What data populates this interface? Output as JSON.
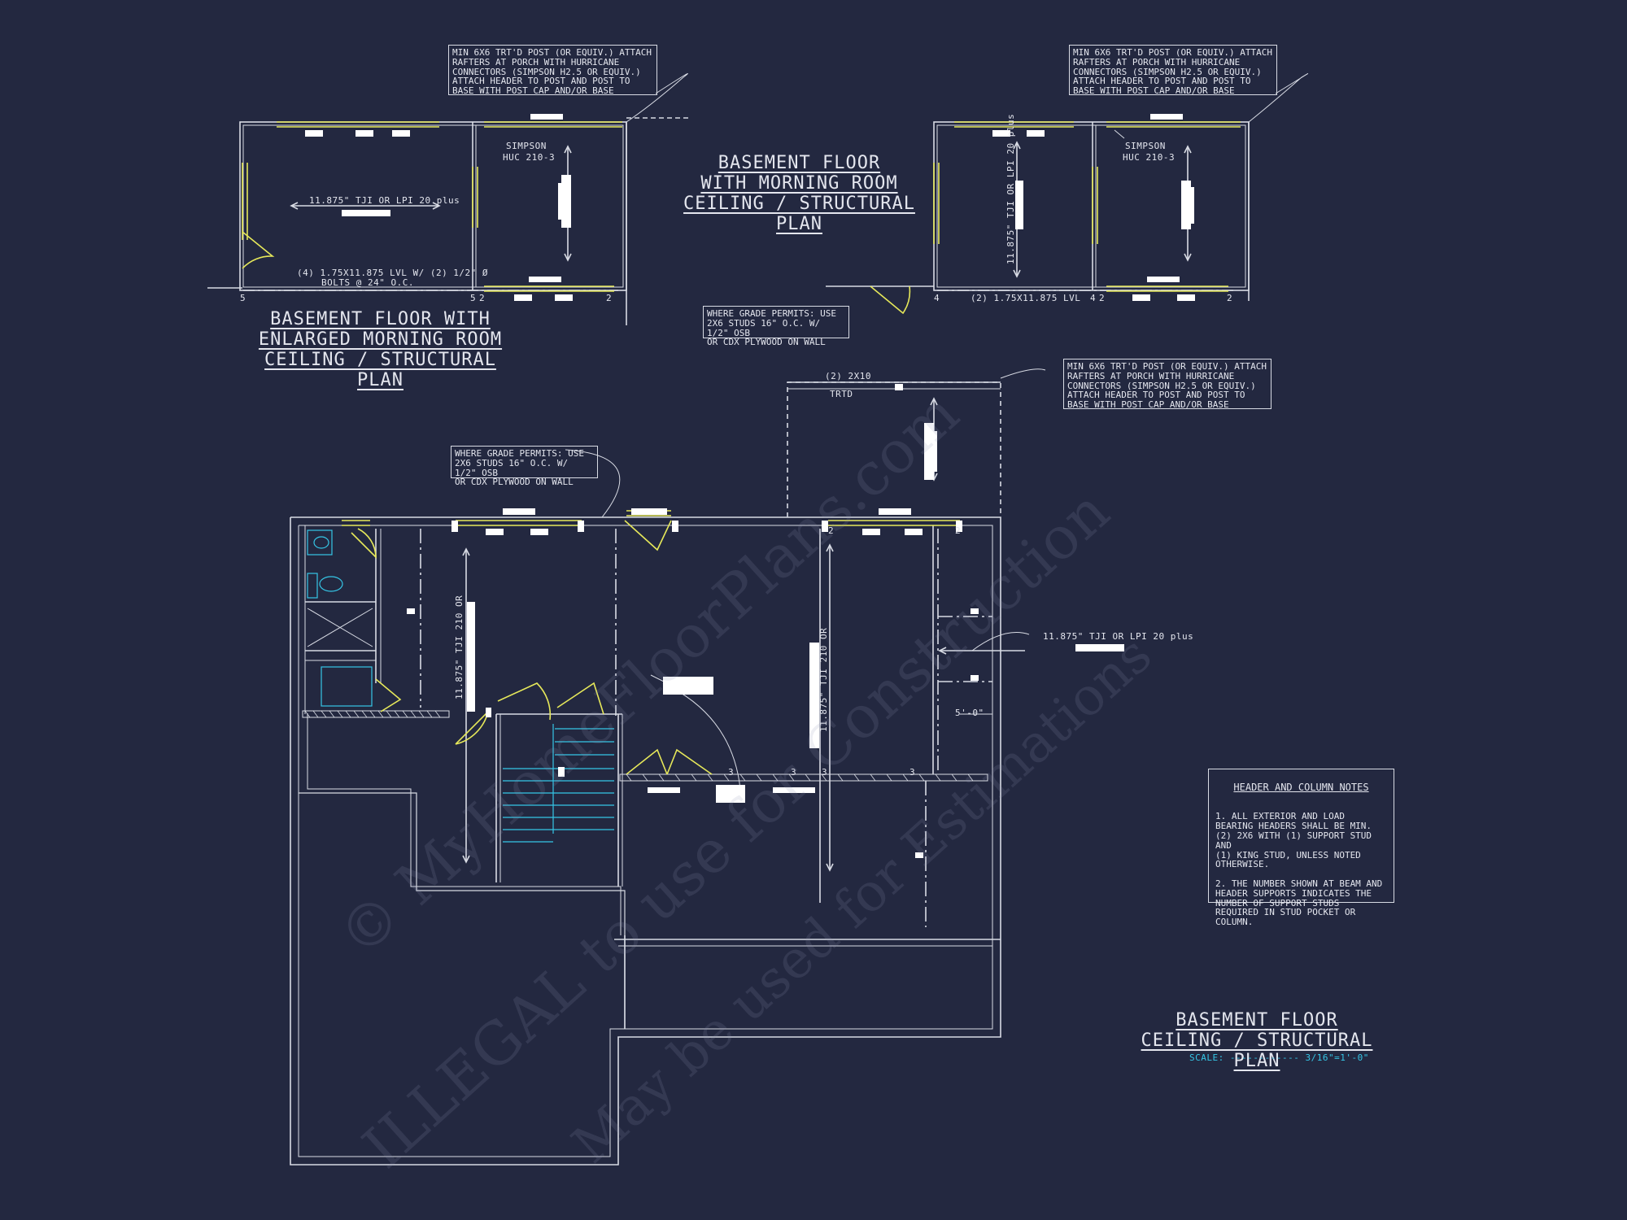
{
  "colors": {
    "background": "#232840",
    "linework": "#d8dbe4",
    "header": "#e6e85a",
    "plumbing": "#35c6e6",
    "door": "#e6e85a"
  },
  "plans": {
    "top_left_title": [
      "BASEMENT FLOOR WITH",
      "ENLARGED MORNING ROOM",
      "CEILING / STRUCTURAL PLAN"
    ],
    "top_center_title": [
      "BASEMENT FLOOR",
      "WITH MORNING ROOM",
      "CEILING / STRUCTURAL PLAN"
    ],
    "main_title": [
      "BASEMENT FLOOR",
      "CEILING / STRUCTURAL PLAN"
    ],
    "scale_label": "SCALE:",
    "scale_value": "3/16\"=1'-0\""
  },
  "notes": {
    "post_note": "MIN 6x6 TRT'D POST (OR EQUIV.) ATTACH\nRAFTERS AT PORCH WITH HURRICANE\nCONNECTORS (SIMPSON H2.5 OR EQUIV.)\nATTACH HEADER TO POST AND POST TO\nBASE WITH POST CAP AND/OR BASE",
    "grade_note": "WHERE GRADE PERMITS: USE\n2x6 STUDS 16\" O.C. w/ 1/2\" OSB\nOR CDX PLYWOOD ON WALL",
    "header_notes_title": "HEADER AND COLUMN NOTES",
    "header_notes_body": "1. ALL EXTERIOR AND LOAD\nBEARING HEADERS SHALL BE MIN.\n(2) 2x6 WITH (1) SUPPORT STUD AND\n(1) KING STUD, UNLESS NOTED\nOTHERWISE.\n\n2. THE NUMBER SHOWN AT BEAM AND\nHEADER SUPPORTS INDICATES THE\nNUMBER OF SUPPORT STUDS\nREQUIRED IN STUD POCKET OR\nCOLUMN."
  },
  "labels": {
    "simpson": "SIMPSON",
    "huc": "HUC 210-3",
    "joist_tji": "11.875\" TJI OR LPI 20 plus",
    "joist_vertical": "11.875\" TJI OR LPI 20 plus",
    "joist_vertical_short": "11.875\" TJI 210 OR",
    "lvl_bolts_1": "(4) 1.75x11.875 LVL w/ (2) 1/2\" Ø",
    "lvl_bolts_2": "BOLTS @ 24\" O.C.",
    "lvl_2": "(2) 1.75x11.875 LVL",
    "beam_2x10": "(2) 2x10",
    "trtd": "TRTD",
    "dim_5ft": "5'-0\"",
    "n2": "2",
    "n3": "3",
    "n4": "4",
    "n5": "5"
  },
  "watermark": {
    "line1": "© MyHomeFloorPlans.com",
    "line2": "ILLEGAL to use for Construction",
    "line3": "May be used for Estimations"
  }
}
